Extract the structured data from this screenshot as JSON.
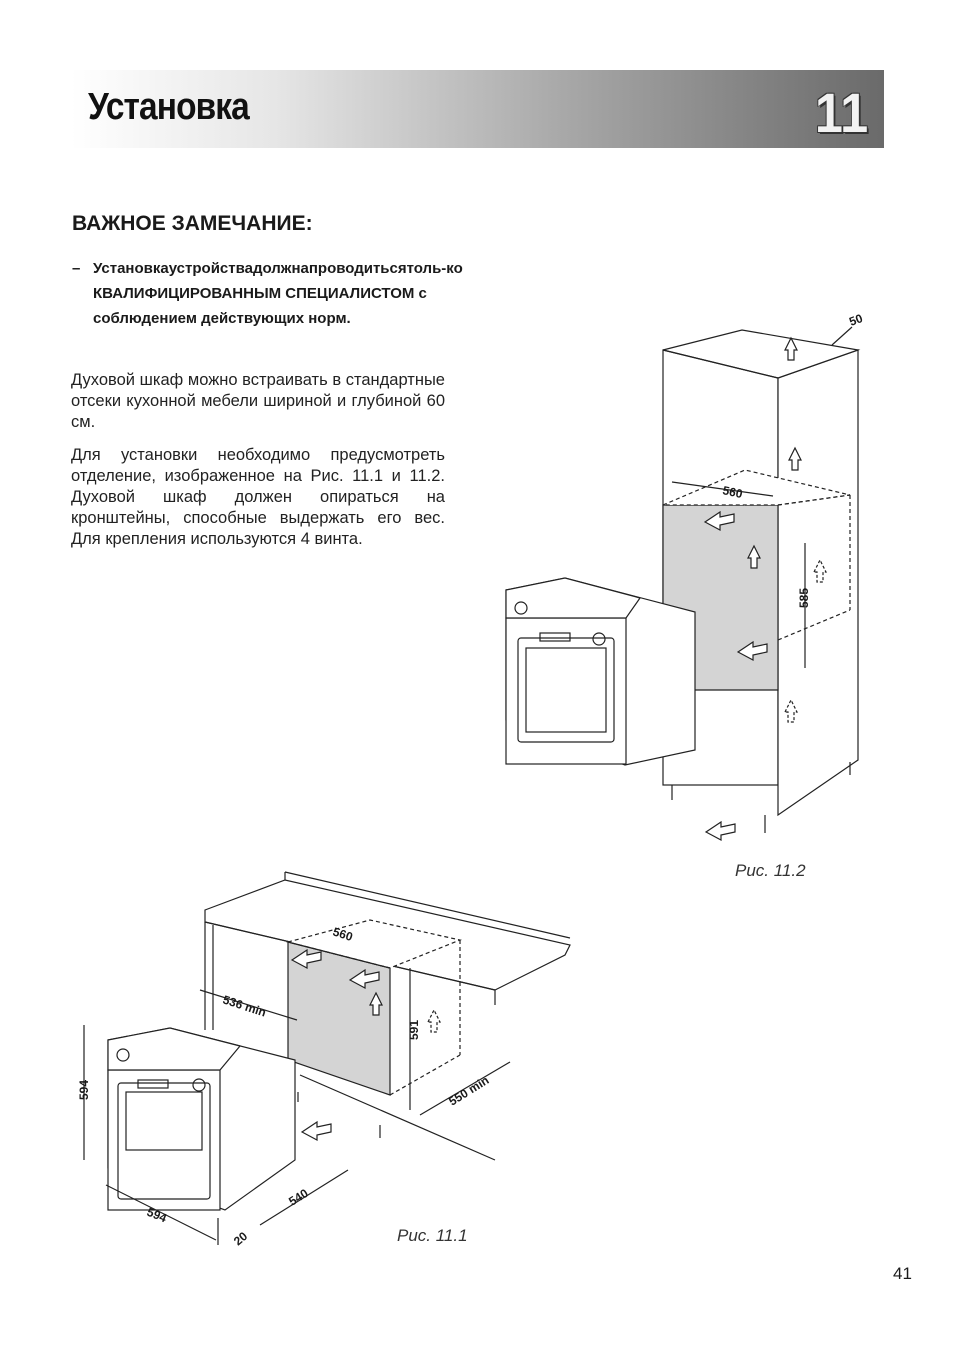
{
  "header": {
    "title": "Установка",
    "chapter_number": "11"
  },
  "warning": {
    "heading": "ВАЖНОЕ ЗАМЕЧАНИЕ:",
    "bullet": "–",
    "text": "Установкаустройствадолжнапроводитьсятоль-ко КВАЛИФИЦИРОВАННЫМ СПЕЦИАЛИСТОМ с соблюдением действующих норм."
  },
  "body": {
    "paragraph1": "Духовой шкаф можно встраивать в стандартные отсеки кухонной мебели шириной и глубиной 60 см.",
    "paragraph2": "Для установки необходимо предусмотреть отделение, изображенное на Рис.  11.1 и 11.2. Духовой шкаф должен опираться на кронштейны, способные выдержать его вес. Для крепления используются 4 винта."
  },
  "figure_2": {
    "caption": "Рис. 11.2",
    "dimensions": {
      "top_gap": "50",
      "width": "560",
      "height": "585"
    }
  },
  "figure_1": {
    "caption": "Рис. 11.1",
    "dimensions": {
      "width": "560",
      "depth_min": "536 min",
      "height": "591",
      "depth_min_lower": "550 min",
      "oven_height": "594",
      "oven_width": "594",
      "oven_depth": "540",
      "front_panel": "20"
    }
  },
  "page_number": "41"
}
